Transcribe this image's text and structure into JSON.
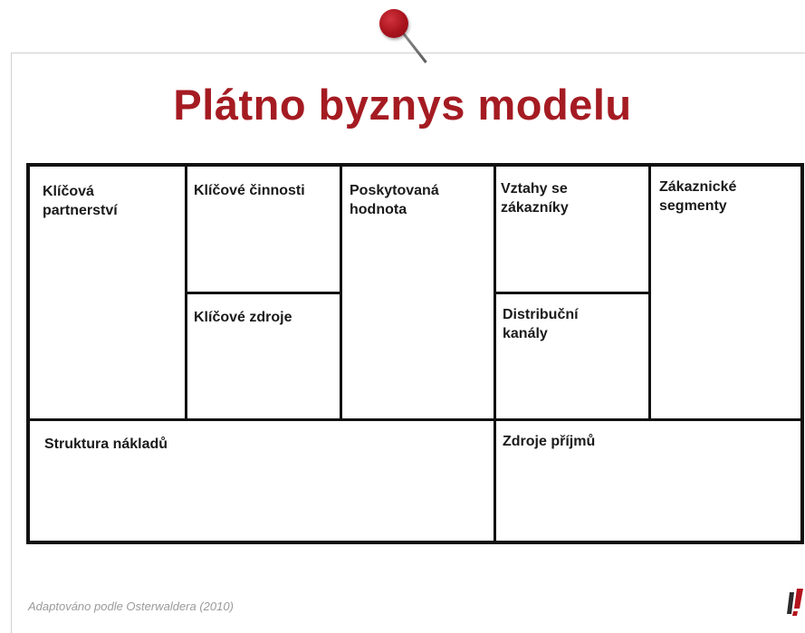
{
  "title": "Plátno byznys modelu",
  "blocks": {
    "key_partners": "Klíčová\npartnerství",
    "key_activities": "Klíčové činnosti",
    "key_resources": "Klíčové zdroje",
    "value_proposition": "Poskytovaná\nhodnota",
    "customer_relationships": "Vztahy se\nzákazníky",
    "channels": "Distribuční\nkanály",
    "customer_segments": "Zákaznické\nsegmenty",
    "cost_structure": "Struktura nákladů",
    "revenue_streams": "Zdroje příjmů"
  },
  "footer": "Adaptováno podle Osterwaldera (2010)",
  "colors": {
    "title": "#a51b22",
    "pin": "#b3141d",
    "lines": "#111111"
  },
  "icons": {
    "pin": "pushpin-icon",
    "logo": "brand-logo"
  }
}
